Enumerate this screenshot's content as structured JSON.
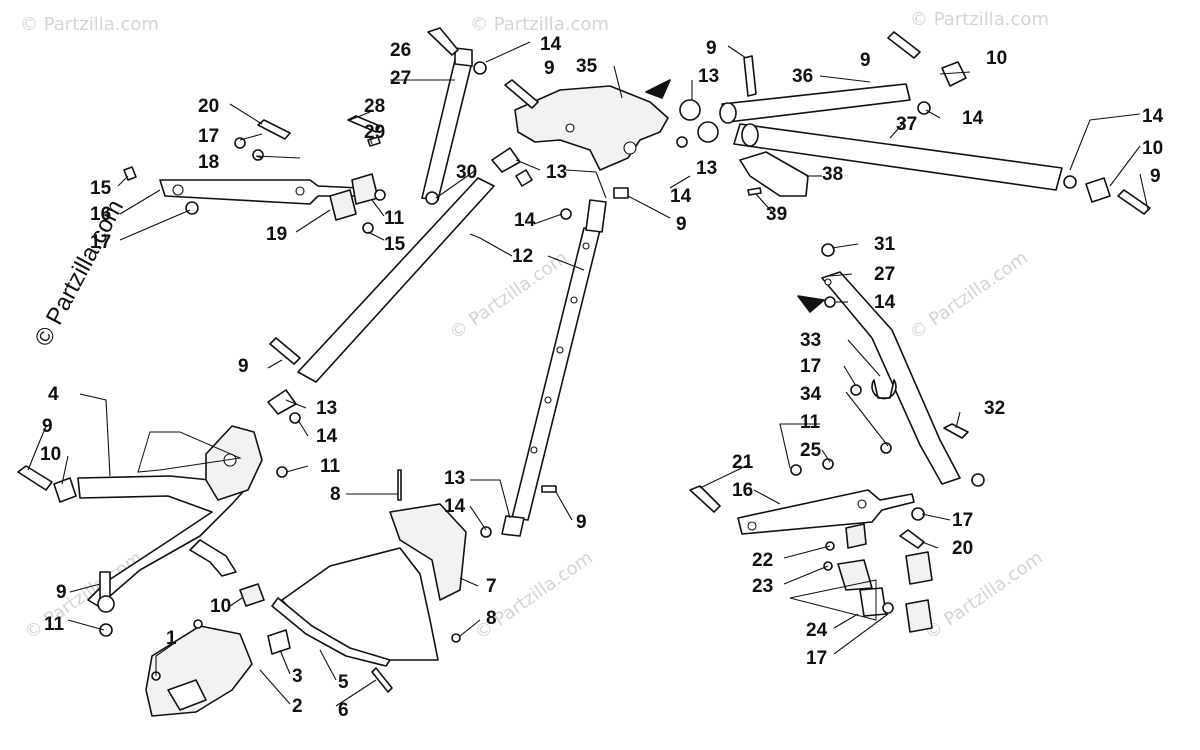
{
  "watermark": {
    "main": "© Partzilla.com",
    "faint": "© Partzilla.com"
  },
  "callouts": [
    "26",
    "14",
    "27",
    "9",
    "35",
    "13",
    "9",
    "36",
    "9",
    "10",
    "20",
    "28",
    "29",
    "14",
    "17",
    "18",
    "15",
    "16",
    "17",
    "30",
    "13",
    "19",
    "11",
    "15",
    "13",
    "14",
    "14",
    "9",
    "12",
    "37",
    "14",
    "10",
    "9",
    "38",
    "39",
    "31",
    "27",
    "14",
    "33",
    "17",
    "34",
    "32",
    "9",
    "13",
    "14",
    "4",
    "9",
    "10",
    "11",
    "11",
    "25",
    "21",
    "16",
    "17",
    "13",
    "14",
    "8",
    "9",
    "22",
    "20",
    "23",
    "7",
    "9",
    "10",
    "11",
    "8",
    "1",
    "3",
    "5",
    "2",
    "6",
    "24",
    "17"
  ]
}
